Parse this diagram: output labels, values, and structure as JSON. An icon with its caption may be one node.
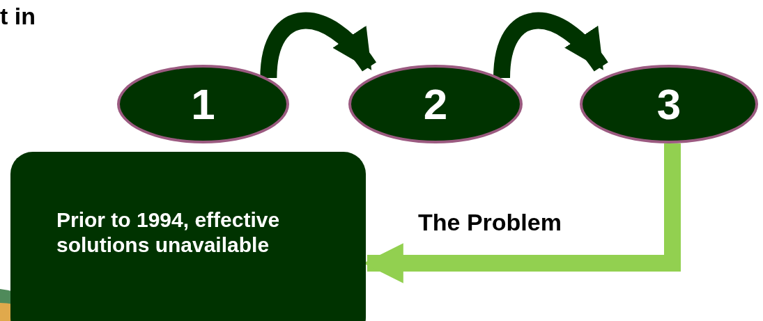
{
  "diagram": {
    "nodes": [
      {
        "text": [
          "1"
        ]
      },
      {
        "text": [
          "2"
        ]
      },
      {
        "text": [
          "3"
        ]
      },
      {
        "text": [
          "Prior to 1994, effective solutions unavailable"
        ]
      }
    ],
    "edges": [
      {
        "from": 0,
        "to": 1,
        "arrow": "to"
      },
      {
        "from": 1,
        "to": 2,
        "arrow": "to"
      },
      {
        "from": 2,
        "to": 3,
        "arrow": "to",
        "color": "#92d050",
        "label": "The Problem"
      }
    ],
    "labels": [
      "t in"
    ]
  }
}
